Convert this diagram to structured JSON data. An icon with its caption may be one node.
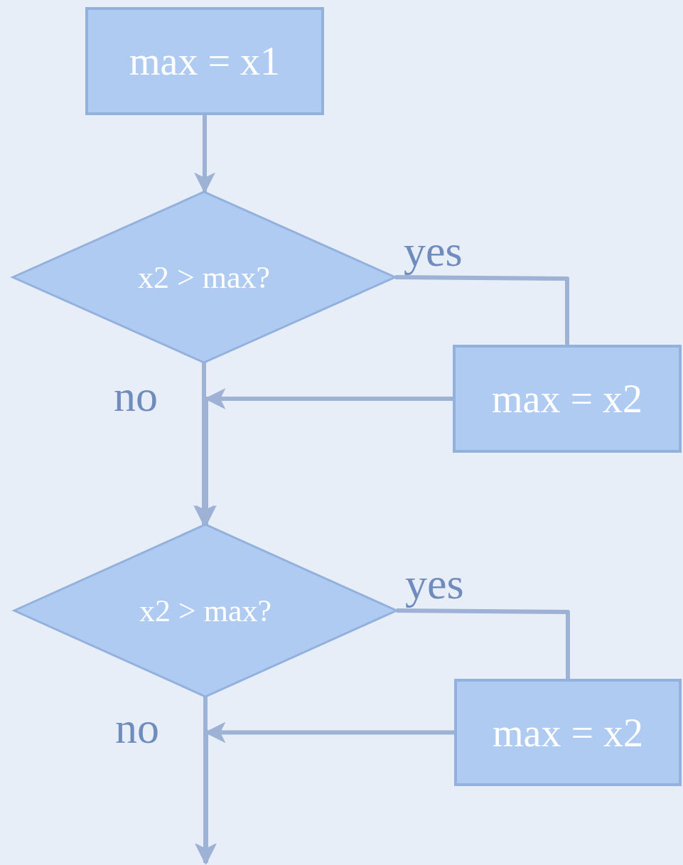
{
  "diagram": {
    "nodes": [
      {
        "text": [
          "max = x1"
        ]
      },
      {
        "text": [
          "x2 > max?"
        ]
      },
      {
        "text": [
          "max = x2"
        ]
      },
      {
        "text": [
          "x2 > max?"
        ]
      },
      {
        "text": [
          "max = x2"
        ]
      }
    ],
    "edges": [
      {
        "from": 0,
        "to": 1,
        "arrow": "to"
      },
      {
        "from": 1,
        "to": 2,
        "arrow": "none",
        "label": "yes"
      },
      {
        "from": 2,
        "to": 3,
        "arrow": "to"
      },
      {
        "from": 1,
        "to": 3,
        "arrow": "to",
        "label": "no"
      },
      {
        "from": 3,
        "to": 4,
        "arrow": "none",
        "label": "yes"
      },
      {
        "from": 4,
        "to": null,
        "arrow": "to"
      },
      {
        "from": 3,
        "to": null,
        "arrow": "to",
        "label": "no"
      }
    ]
  }
}
